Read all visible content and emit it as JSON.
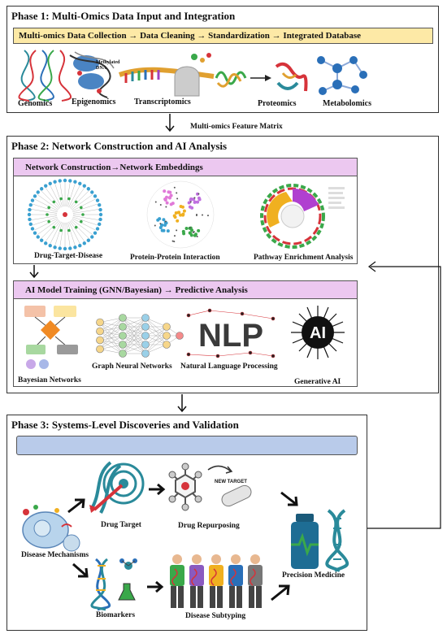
{
  "phase1": {
    "title": "Phase 1: Multi-Omics Data Input and Integration",
    "banner": "Multi-omics Data Collection → Data Cleaning → Standardization → Integrated Database",
    "items": [
      "Genomics",
      "Epigenomics",
      "Transcriptomics",
      "Proteomics",
      "Metabolomics"
    ],
    "methylated_dna": "Methylated DNA"
  },
  "connector1": "Multi-omics Feature Matrix",
  "phase2": {
    "title": "Phase 2: Network Construction and AI Analysis",
    "banner1": "Network Construction→Network Embeddings",
    "networks": [
      "Drug-Target-Disease",
      "Protein-Protein Interaction",
      "Pathway Enrichment Analysis"
    ],
    "banner2": "AI Model Training (GNN/Bayesian) →  Predictive Analysis",
    "models": [
      "Bayesian Networks",
      "Graph Neural Networks",
      "Natural Language Processing",
      "Generative AI"
    ],
    "nlp_text": "NLP",
    "ai_text": "AI"
  },
  "phase3": {
    "title": "Phase 3: Systems-Level Discoveries and Validation",
    "items": {
      "disease_mechanisms": "Disease  Mechanisms",
      "drug_target": "Drug Target",
      "drug_repurposing": "Drug Repurposing",
      "new_target": "NEW TARGET",
      "biomarkers": "Biomarkers",
      "disease_subtyping": "Disease Subtyping",
      "precision_medicine": "Precision Medicine"
    }
  },
  "colors": {
    "phase1_banner": "#fde9a6",
    "phase2_banner": "#ecc8f0",
    "phase3_banner": "#b9cbea",
    "dna_teal": "#2a8a9a",
    "target_red": "#d6333a"
  }
}
